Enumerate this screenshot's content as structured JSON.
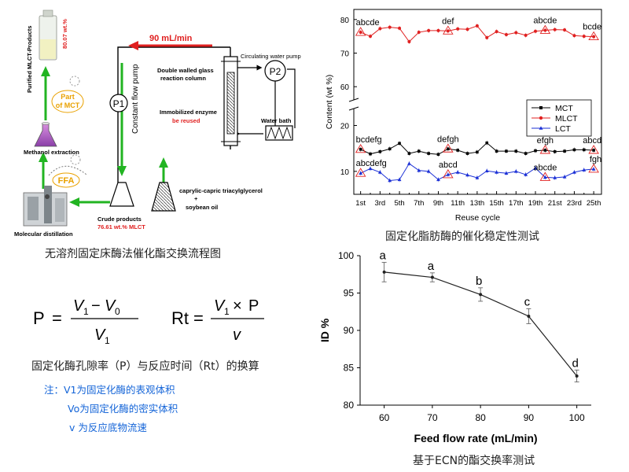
{
  "flow": {
    "top_flow": "90 mL/min",
    "pump1": "P1",
    "pump2": "P2",
    "constant_pump": "Constant flow pump",
    "circ_pump": "Circulating water pump",
    "column_label_1": "Double walled glass",
    "column_label_2": "reaction column",
    "enzyme": "Immobilized enzyme",
    "reused": "be reused",
    "water_bath": "Water bath",
    "substrate_1": "caprylic-capric triacylglycerol",
    "substrate_plus": "+",
    "substrate_2": "soybean oil",
    "crude_1": "Crude products",
    "crude_2": "76.61 wt.% MLCT",
    "ffa": "FFA",
    "distill": "Molecular distillation",
    "methanol": "Methanol extraction",
    "part_1": "Part",
    "part_2": "of MCT",
    "purified": "Purified MLCT-Products",
    "purity": "80.07 wt.%",
    "caption": "无溶剂固定床酶法催化酯交换流程图"
  },
  "formula": {
    "caption": "固定化酶孔隙率（P）与反应时间（Rt）的换算",
    "note1": "注：V1为固定化酶的表观体积",
    "note2": "Vo为固定化酶的密实体积",
    "note3": "v  为反应底物流速"
  },
  "colors": {
    "mct": "#000000",
    "mlct": "#e02020",
    "lct": "#1a2fd6",
    "arrow_green": "#22b422",
    "arrow_red": "#e02020"
  },
  "chart_data": [
    {
      "type": "line",
      "caption": "固定化脂肪酶的催化稳定性测试",
      "xlabel": "Reuse cycle",
      "ylabel": "Content (wt %)",
      "x_tick_labels": [
        "1st",
        "3rd",
        "5th",
        "7th",
        "9th",
        "11th",
        "13th",
        "15th",
        "17th",
        "19th",
        "21st",
        "23rd",
        "25th"
      ],
      "x": [
        1,
        2,
        3,
        4,
        5,
        6,
        7,
        8,
        9,
        10,
        11,
        12,
        13,
        14,
        15,
        16,
        17,
        18,
        19,
        20,
        21,
        22,
        23,
        24,
        25
      ],
      "y_ticks_lower": [
        10,
        20
      ],
      "y_ticks_upper": [
        60,
        70,
        80
      ],
      "ylim_lower": [
        5,
        23
      ],
      "ylim_upper": [
        57,
        83
      ],
      "legend_position": "middle-right",
      "series": [
        {
          "name": "MCT",
          "color": "#000000",
          "marker": "square",
          "values": [
            14.8,
            13.8,
            14.3,
            14.9,
            16.1,
            13.9,
            14.4,
            13.9,
            13.7,
            14.9,
            14.6,
            13.9,
            14.2,
            16.2,
            14.4,
            14.4,
            14.4,
            13.9,
            14.5,
            14.6,
            14.3,
            14.4,
            14.7,
            14.7,
            14.6
          ]
        },
        {
          "name": "MLCT",
          "color": "#e02020",
          "marker": "circle",
          "values": [
            76.2,
            75.0,
            77.3,
            77.7,
            77.4,
            73.4,
            76.2,
            76.7,
            76.7,
            76.6,
            77.2,
            77.1,
            78.1,
            74.6,
            76.4,
            75.5,
            76.1,
            75.3,
            76.5,
            76.8,
            77.0,
            76.9,
            75.2,
            75.0,
            74.9
          ]
        },
        {
          "name": "LCT",
          "color": "#1a2fd6",
          "marker": "triangle",
          "values": [
            9.6,
            10.6,
            9.8,
            8.0,
            8.2,
            11.7,
            10.2,
            10.0,
            8.2,
            9.3,
            9.8,
            9.2,
            8.6,
            10.1,
            9.8,
            9.6,
            10.0,
            9.3,
            10.7,
            8.7,
            8.6,
            8.8,
            9.8,
            10.3,
            10.5
          ]
        }
      ],
      "annotations": [
        {
          "x": 1,
          "series": "MLCT",
          "text": "abcde"
        },
        {
          "x": 10,
          "series": "MLCT",
          "text": "def"
        },
        {
          "x": 20,
          "series": "MLCT",
          "text": "abcde"
        },
        {
          "x": 25,
          "series": "MLCT",
          "text": "bcde"
        },
        {
          "x": 1,
          "series": "MCT",
          "text": "bcdefg"
        },
        {
          "x": 10,
          "series": "MCT",
          "text": "defgh"
        },
        {
          "x": 20,
          "series": "MCT",
          "text": "efgh"
        },
        {
          "x": 25,
          "series": "MCT",
          "text": "abcd"
        },
        {
          "x": 1,
          "series": "LCT",
          "text": "abcdefg"
        },
        {
          "x": 10,
          "series": "LCT",
          "text": "abcd"
        },
        {
          "x": 20,
          "series": "LCT",
          "text": "abcde"
        },
        {
          "x": 25,
          "series": "LCT",
          "text": "fgh"
        }
      ]
    },
    {
      "type": "line",
      "caption": "基于ECN的酯交换率测试",
      "xlabel": "Feed flow rate (mL/min)",
      "ylabel": "ID %",
      "x": [
        60,
        70,
        80,
        90,
        100
      ],
      "x_ticks": [
        60,
        70,
        80,
        90,
        100
      ],
      "values": [
        97.8,
        97.1,
        94.8,
        91.9,
        83.9
      ],
      "errors": [
        1.3,
        0.6,
        0.9,
        1.0,
        0.8
      ],
      "letters": [
        "a",
        "a",
        "b",
        "c",
        "d"
      ],
      "ylim": [
        80,
        100
      ],
      "y_ticks": [
        80,
        85,
        90,
        95,
        100
      ],
      "xlim": [
        55,
        103
      ]
    }
  ]
}
